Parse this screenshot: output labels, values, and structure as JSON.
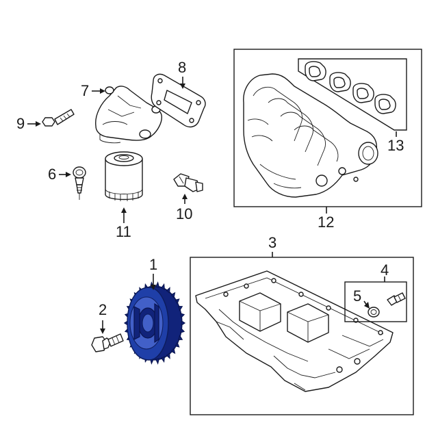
{
  "callouts": {
    "c1": "1",
    "c2": "2",
    "c3": "3",
    "c4": "4",
    "c5": "5",
    "c6": "6",
    "c7": "7",
    "c8": "8",
    "c9": "9",
    "c10": "10",
    "c11": "11",
    "c12": "12",
    "c13": "13"
  },
  "colors": {
    "highlight": "#1f3fa8",
    "line": "#1a1a1a",
    "background": "#ffffff"
  }
}
